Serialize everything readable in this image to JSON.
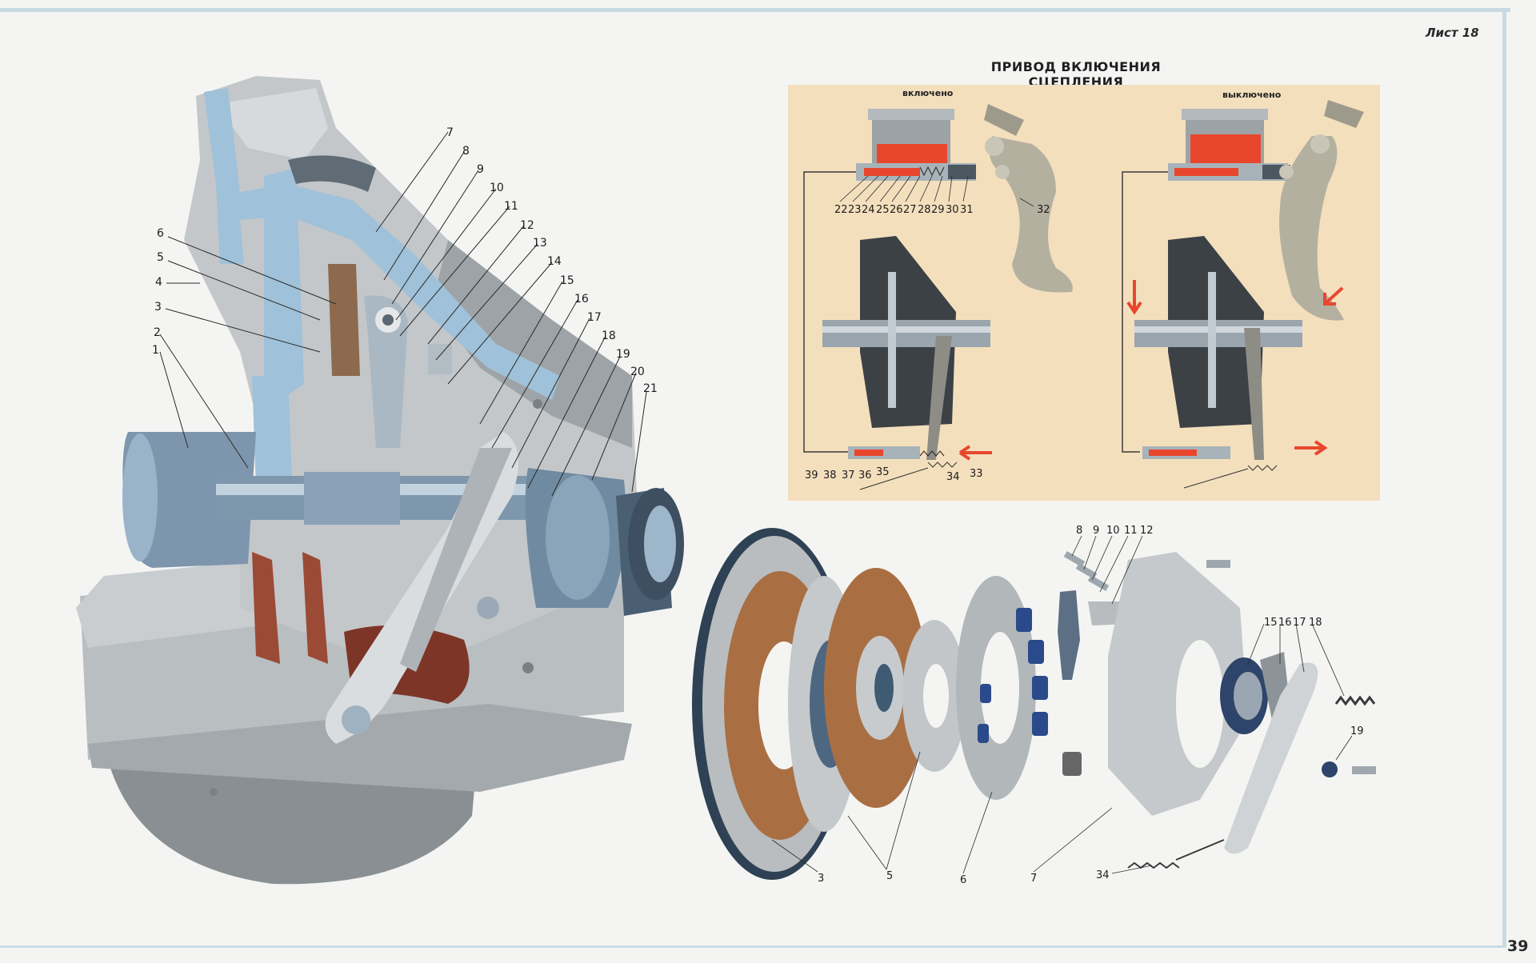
{
  "sheet_label": "Лист 18",
  "page_number": "39",
  "drive": {
    "title": "ПРИВОД ВКЛЮЧЕНИЯ СЦЕПЛЕНИЯ",
    "state_engaged": "включено",
    "state_disengaged": "выключено",
    "upper_callouts": [
      "22",
      "23",
      "24",
      "25",
      "26",
      "27",
      "28",
      "29",
      "30",
      "31",
      "32"
    ],
    "lower_callouts": [
      "39",
      "38",
      "37",
      "36",
      "35",
      "34",
      "33"
    ]
  },
  "section": {
    "callouts_left": [
      "6",
      "5",
      "4",
      "3",
      "2",
      "1"
    ],
    "callouts_fan": [
      "7",
      "8",
      "9",
      "10",
      "11",
      "12",
      "13",
      "14",
      "15",
      "16",
      "17",
      "18",
      "19",
      "20",
      "21"
    ]
  },
  "exploded": {
    "top_callouts": [
      "8",
      "9",
      "10",
      "11",
      "12"
    ],
    "right_callouts": [
      "15",
      "16",
      "17",
      "18"
    ],
    "spring_callout": "19",
    "bottom_callouts": [
      "3",
      "5",
      "6",
      "7"
    ],
    "spring_bottom_callout": "34"
  },
  "colors": {
    "housing": "#c8ccce",
    "section_blue": "#9fc1d9",
    "friction": "#b07a4c",
    "hydraulic_red": "#e8472e",
    "panel_bg": "#f4dfbd"
  }
}
